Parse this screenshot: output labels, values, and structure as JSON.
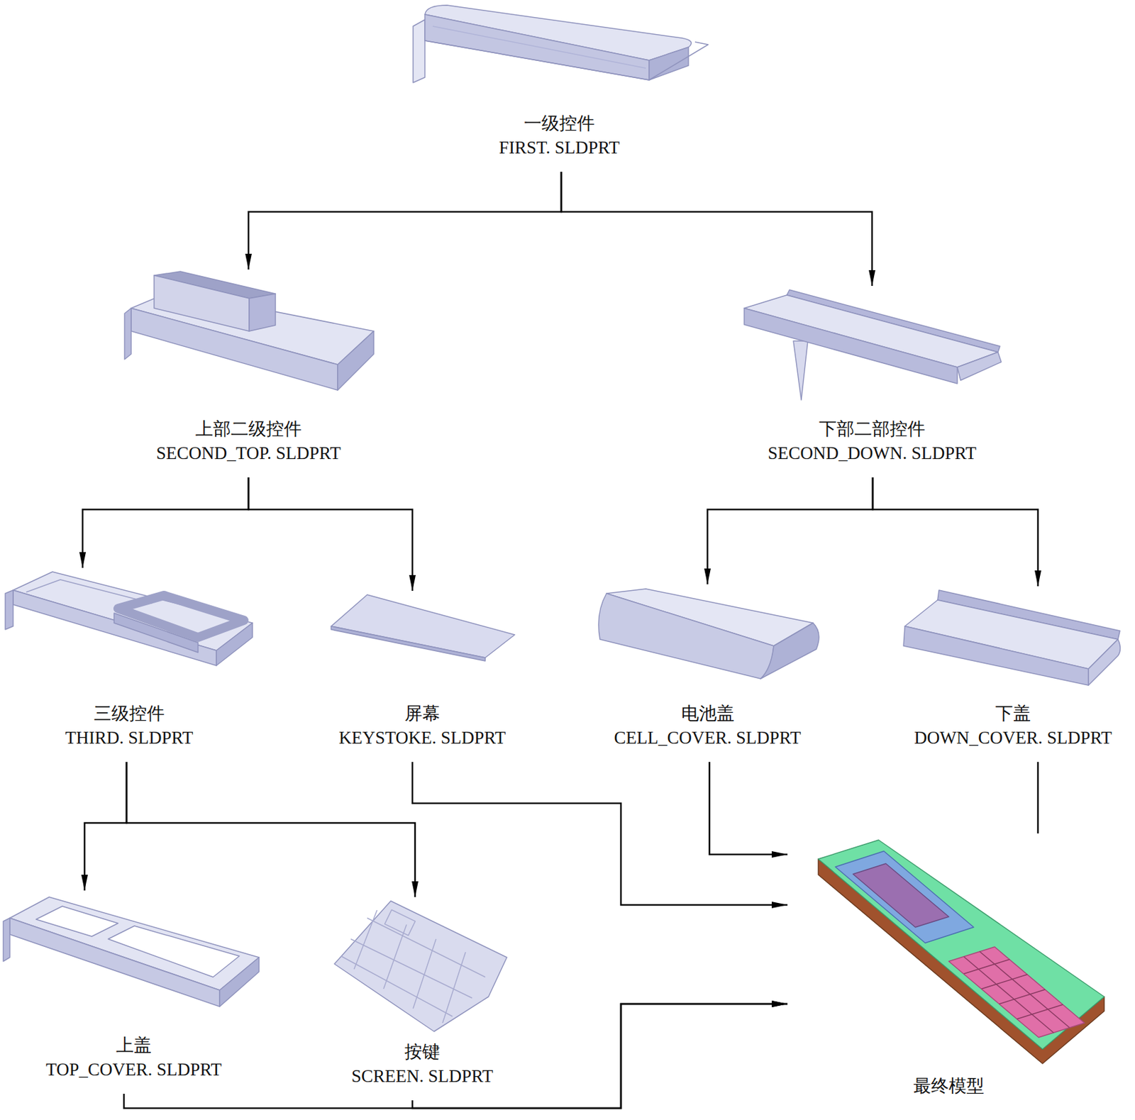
{
  "diagram": {
    "nodes": [
      {
        "text": [
          "一级控件",
          "FIRST. SLDPRT"
        ]
      },
      {
        "text": [
          "上部二级控件",
          "SECOND_TOP. SLDPRT"
        ]
      },
      {
        "text": [
          "下部二部控件",
          "SECOND_DOWN. SLDPRT"
        ]
      },
      {
        "text": [
          "三级控件",
          "THIRD. SLDPRT"
        ]
      },
      {
        "text": [
          "屏幕",
          "KEYSTOKE. SLDPRT"
        ]
      },
      {
        "text": [
          "电池盖",
          "CELL_COVER. SLDPRT"
        ]
      },
      {
        "text": [
          "下盖",
          "DOWN_COVER. SLDPRT"
        ]
      },
      {
        "text": [
          "上盖",
          "TOP_COVER. SLDPRT"
        ]
      },
      {
        "text": [
          "按键",
          "SCREEN. SLDPRT"
        ]
      },
      {
        "text": [
          "最终模型"
        ]
      }
    ],
    "edges": [
      {
        "from": 0,
        "to": 1,
        "arrow": "to"
      },
      {
        "from": 0,
        "to": 2,
        "arrow": "to"
      },
      {
        "from": 1,
        "to": 3,
        "arrow": "to"
      },
      {
        "from": 1,
        "to": 4,
        "arrow": "to"
      },
      {
        "from": 2,
        "to": 5,
        "arrow": "to"
      },
      {
        "from": 2,
        "to": 6,
        "arrow": "to"
      },
      {
        "from": 3,
        "to": 7,
        "arrow": "to"
      },
      {
        "from": 3,
        "to": 8,
        "arrow": "to"
      },
      {
        "from": 4,
        "to": 9,
        "arrow": "to"
      },
      {
        "from": 5,
        "to": 9,
        "arrow": "to"
      },
      {
        "from": 6,
        "to": 9,
        "arrow": "none"
      },
      {
        "from": 7,
        "to": 9,
        "arrow": "to"
      },
      {
        "from": 8,
        "to": 9,
        "arrow": "to"
      }
    ]
  }
}
